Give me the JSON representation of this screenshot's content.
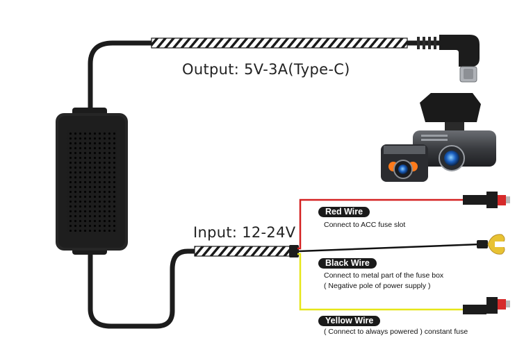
{
  "output_label": "Output: 5V-3A(Type-C)",
  "input_label": "Input: 12-24V",
  "wires": [
    {
      "title": "Red Wire",
      "description": "Connect to ACC fuse slot",
      "color": "#d42020"
    },
    {
      "title": "Black Wire",
      "description": "Connect to metal part of the fuse box",
      "note": "( Negative pole of power supply )",
      "color": "#111111"
    },
    {
      "title": "Yellow Wire",
      "description": "( Connect to always powered ) constant fuse",
      "color": "#e6e619"
    }
  ],
  "icons": [
    "converter-box-icon",
    "usb-c-plug-icon",
    "dash-camera-icon",
    "fuse-tap-icon",
    "ring-terminal-icon"
  ]
}
